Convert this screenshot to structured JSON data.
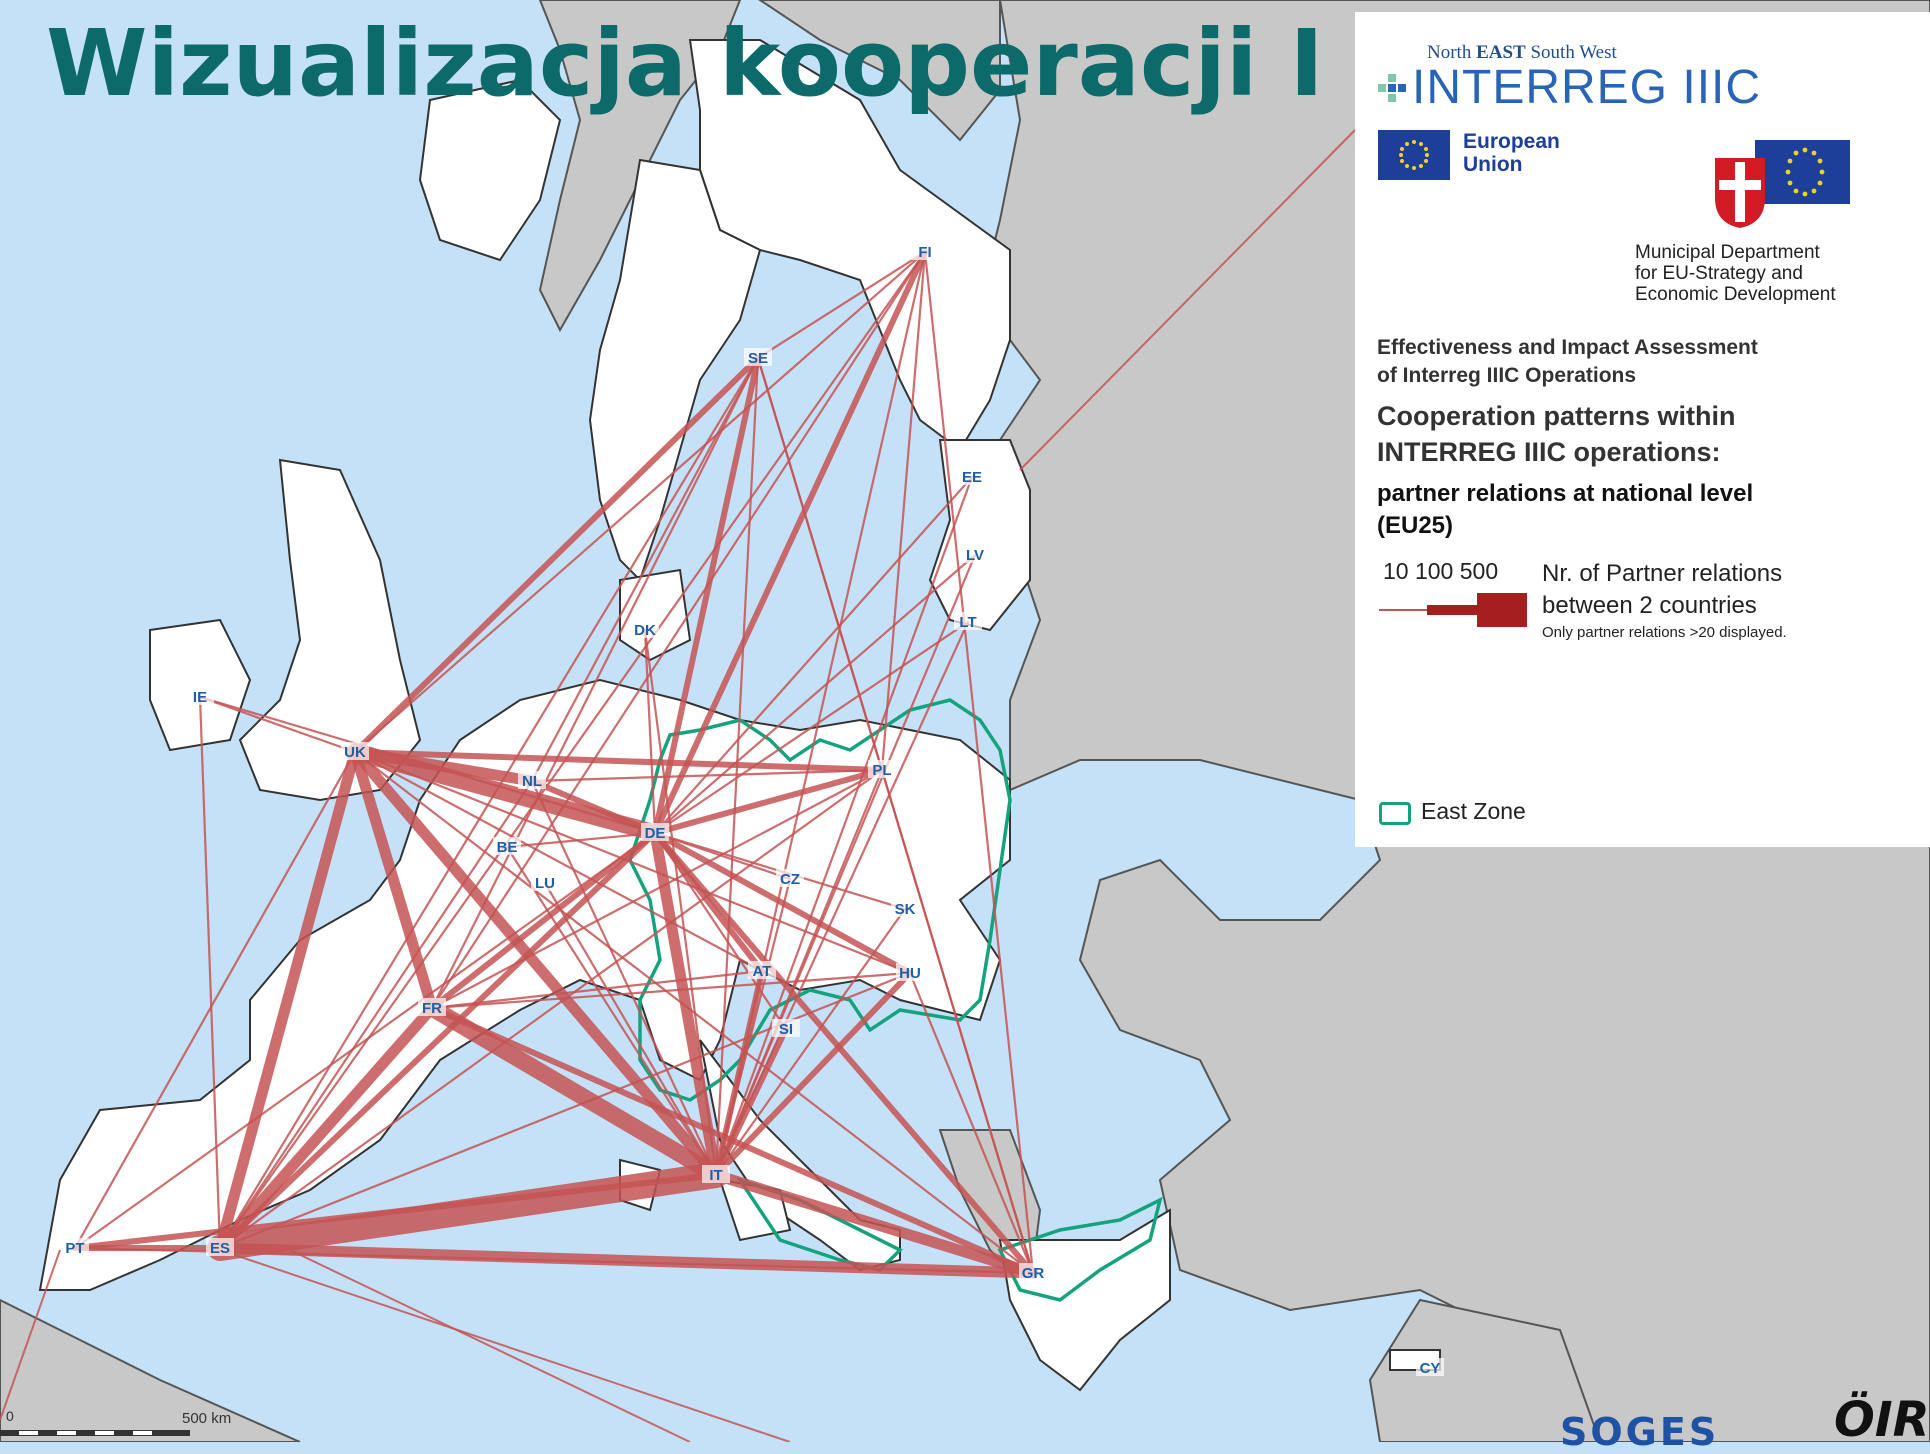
{
  "title": "Wizualizacja kooperacji I",
  "legend": {
    "interreg_tagline": "North EAST South West",
    "interreg_tagline_parts": [
      "North ",
      "EAST",
      " South West"
    ],
    "interreg_name": "INTERREG IIIC",
    "eu_line1": "European",
    "eu_line2": "Union",
    "dept_line1": "Municipal Department",
    "dept_line2": "for EU-Strategy and",
    "dept_line3": "Economic Development",
    "assessment_line1": "Effectiveness and Impact Assessment",
    "assessment_line2": "of Interreg IIIC Operations",
    "heading_line1": "Cooperation patterns within",
    "heading_line2": "INTERREG IIIC operations:",
    "sub_line1": "partner relations at national level",
    "sub_line2": "(EU25)",
    "scale_values": "10 100 500",
    "scale_desc_line1": "Nr. of Partner relations",
    "scale_desc_line2": "between 2 countries",
    "note": "Only partner relations >20 displayed.",
    "east_zone": "East Zone"
  },
  "scale_bar": {
    "zero": "0",
    "label": "500 km"
  },
  "logos": {
    "soges": "SOGES",
    "oir": "ÖIR"
  },
  "colors": {
    "sea": "#c5e1f7",
    "eu_land": "#ffffff",
    "non_eu_land": "#c8c8c8",
    "relation_lines": "#c45454",
    "east_zone_border": "#14a37d",
    "title": "#0c6a6a",
    "country_code_text": "#1e5fa8"
  },
  "countries": [
    {
      "code": "FI"
    },
    {
      "code": "SE"
    },
    {
      "code": "EE"
    },
    {
      "code": "LV"
    },
    {
      "code": "LT"
    },
    {
      "code": "DK"
    },
    {
      "code": "IE"
    },
    {
      "code": "UK"
    },
    {
      "code": "NL"
    },
    {
      "code": "PL"
    },
    {
      "code": "DE"
    },
    {
      "code": "BE"
    },
    {
      "code": "LU"
    },
    {
      "code": "CZ"
    },
    {
      "code": "SK"
    },
    {
      "code": "AT"
    },
    {
      "code": "HU"
    },
    {
      "code": "FR"
    },
    {
      "code": "SI"
    },
    {
      "code": "IT"
    },
    {
      "code": "PT"
    },
    {
      "code": "ES"
    },
    {
      "code": "GR"
    },
    {
      "code": "CY"
    }
  ],
  "relations": [
    {
      "a": "UK",
      "b": "IT",
      "w": 3
    },
    {
      "a": "ES",
      "b": "IT",
      "w": 5
    },
    {
      "a": "ES",
      "b": "GR",
      "w": 3
    },
    {
      "a": "FR",
      "b": "IT",
      "w": 4
    },
    {
      "a": "DE",
      "b": "IT",
      "w": 3
    },
    {
      "a": "UK",
      "b": "DE",
      "w": 4
    },
    {
      "a": "UK",
      "b": "NL",
      "w": 3
    },
    {
      "a": "UK",
      "b": "FR",
      "w": 3
    },
    {
      "a": "UK",
      "b": "ES",
      "w": 3
    },
    {
      "a": "FR",
      "b": "ES",
      "w": 3
    },
    {
      "a": "IT",
      "b": "GR",
      "w": 3
    },
    {
      "a": "SE",
      "b": "UK",
      "w": 2
    },
    {
      "a": "FI",
      "b": "DE",
      "w": 2
    },
    {
      "a": "SE",
      "b": "DE",
      "w": 2
    },
    {
      "a": "PL",
      "b": "DE",
      "w": 2
    },
    {
      "a": "DE",
      "b": "AT",
      "w": 2
    },
    {
      "a": "DE",
      "b": "HU",
      "w": 2
    },
    {
      "a": "IT",
      "b": "AT",
      "w": 2
    },
    {
      "a": "IT",
      "b": "SI",
      "w": 2
    },
    {
      "a": "IT",
      "b": "HU",
      "w": 2
    },
    {
      "a": "PT",
      "b": "ES",
      "w": 2
    },
    {
      "a": "PT",
      "b": "IT",
      "w": 2
    },
    {
      "a": "UK",
      "b": "PL",
      "w": 2
    },
    {
      "a": "FR",
      "b": "DE",
      "w": 2
    },
    {
      "a": "NL",
      "b": "DE",
      "w": 2
    },
    {
      "a": "FR",
      "b": "GR",
      "w": 2
    },
    {
      "a": "DE",
      "b": "GR",
      "w": 2
    },
    {
      "a": "PL",
      "b": "GR",
      "w": 1
    },
    {
      "a": "FI",
      "b": "UK",
      "w": 1
    },
    {
      "a": "FI",
      "b": "IT",
      "w": 1
    },
    {
      "a": "FI",
      "b": "ES",
      "w": 1
    },
    {
      "a": "SE",
      "b": "IT",
      "w": 1
    },
    {
      "a": "SE",
      "b": "ES",
      "w": 1
    },
    {
      "a": "SE",
      "b": "FR",
      "w": 1
    },
    {
      "a": "SE",
      "b": "PL",
      "w": 1
    },
    {
      "a": "EE",
      "b": "DE",
      "w": 1
    },
    {
      "a": "LV",
      "b": "DE",
      "w": 1
    },
    {
      "a": "LT",
      "b": "DE",
      "w": 1
    },
    {
      "a": "LT",
      "b": "IT",
      "w": 1
    },
    {
      "a": "DK",
      "b": "DE",
      "w": 1
    },
    {
      "a": "DK",
      "b": "IT",
      "w": 1
    },
    {
      "a": "IE",
      "b": "UK",
      "w": 1
    },
    {
      "a": "IE",
      "b": "DE",
      "w": 1
    },
    {
      "a": "IE",
      "b": "ES",
      "w": 1
    },
    {
      "a": "BE",
      "b": "IT",
      "w": 1
    },
    {
      "a": "BE",
      "b": "DE",
      "w": 1
    },
    {
      "a": "LU",
      "b": "IT",
      "w": 1
    },
    {
      "a": "CZ",
      "b": "IT",
      "w": 1
    },
    {
      "a": "CZ",
      "b": "DE",
      "w": 1
    },
    {
      "a": "SK",
      "b": "DE",
      "w": 1
    },
    {
      "a": "HU",
      "b": "GR",
      "w": 1
    },
    {
      "a": "PL",
      "b": "IT",
      "w": 1
    },
    {
      "a": "FR",
      "b": "PL",
      "w": 1
    },
    {
      "a": "ES",
      "b": "PL",
      "w": 1
    },
    {
      "a": "ES",
      "b": "HU",
      "w": 1
    },
    {
      "a": "PT",
      "b": "GR",
      "w": 1
    },
    {
      "a": "PT",
      "b": "UK",
      "w": 1
    },
    {
      "a": "PT",
      "b": "DE",
      "w": 1
    },
    {
      "a": "UK",
      "b": "GR",
      "w": 1
    },
    {
      "a": "NL",
      "b": "IT",
      "w": 1
    },
    {
      "a": "NL",
      "b": "PL",
      "w": 1
    },
    {
      "a": "FI",
      "b": "GR",
      "w": 1
    },
    {
      "a": "SE",
      "b": "GR",
      "w": 1
    },
    {
      "a": "FI",
      "b": "SE",
      "w": 1
    },
    {
      "a": "FI",
      "b": "FR",
      "w": 1
    },
    {
      "a": "FI",
      "b": "PL",
      "w": 1
    },
    {
      "a": "UK",
      "b": "HU",
      "w": 1
    },
    {
      "a": "UK",
      "b": "AT",
      "w": 1
    },
    {
      "a": "FR",
      "b": "HU",
      "w": 1
    },
    {
      "a": "FR",
      "b": "AT",
      "w": 1
    },
    {
      "a": "ES",
      "b": "DE",
      "w": 2
    },
    {
      "a": "ES",
      "b": "NL",
      "w": 1
    },
    {
      "a": "IT",
      "b": "SK",
      "w": 1
    },
    {
      "a": "DE",
      "b": "SI",
      "w": 1
    },
    {
      "a": "SE",
      "b": "NL",
      "w": 1
    },
    {
      "a": "LV",
      "b": "IT",
      "w": 1
    },
    {
      "a": "EE",
      "b": "IT",
      "w": 1
    }
  ]
}
